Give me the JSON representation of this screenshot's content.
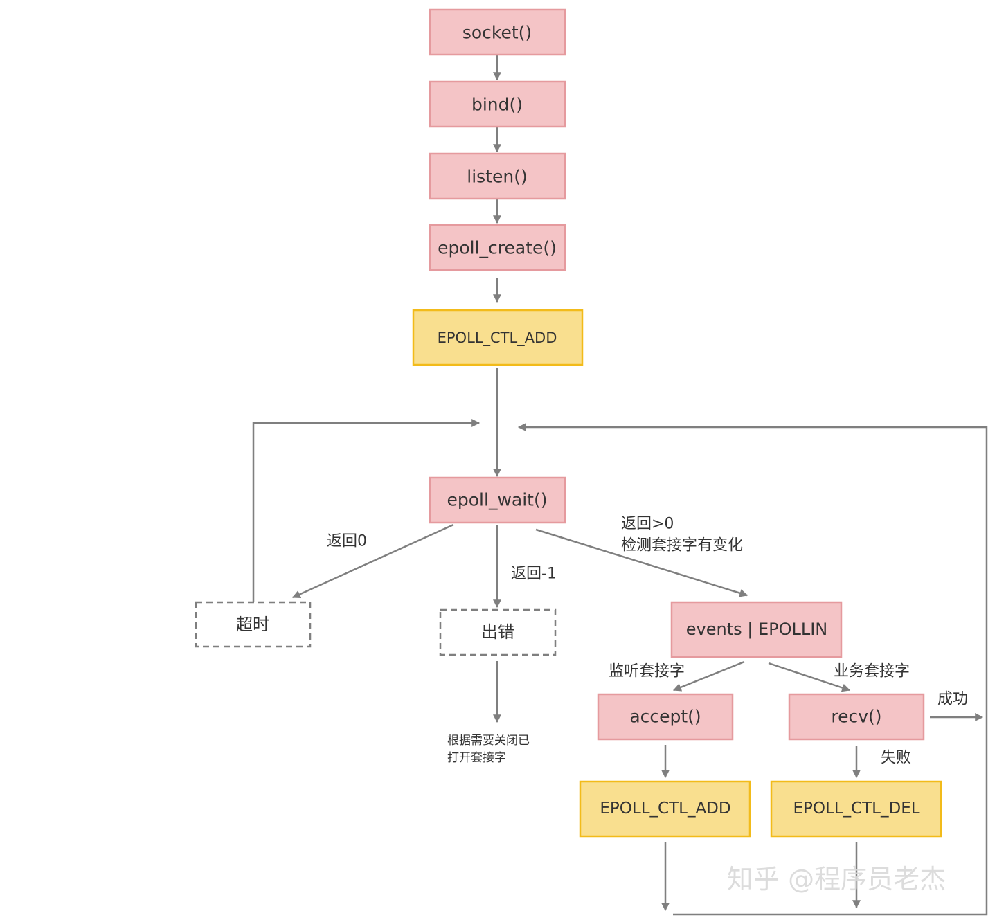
{
  "colors": {
    "pink_fill": "#f4c4c6",
    "pink_stroke": "#e59a9e",
    "yellow_fill": "#f9df8f",
    "yellow_stroke": "#f2bb1a",
    "arrow": "#7f7f7f",
    "dashed_stroke": "#7f7f7f",
    "text": "#333333",
    "watermark": "#d9d9d9"
  },
  "nodes": {
    "socket": "socket()",
    "bind": "bind()",
    "listen": "listen()",
    "epoll_create": "epoll_create()",
    "ctl_add_top": "EPOLL_CTL_ADD",
    "epoll_wait": "epoll_wait()",
    "timeout": "超时",
    "error": "出错",
    "events": "events | EPOLLIN",
    "accept": "accept()",
    "recv": "recv()",
    "ctl_add_bottom": "EPOLL_CTL_ADD",
    "ctl_del": "EPOLL_CTL_DEL"
  },
  "labels": {
    "return_zero": "返回0",
    "return_minus_one": "返回-1",
    "return_positive_line1": "返回>0",
    "return_positive_line2": "检测套接字有变化",
    "listen_socket": "监听套接字",
    "service_socket": "业务套接字",
    "success": "成功",
    "failure": "失败",
    "close_note_line1": "根据需要关闭已",
    "close_note_line2": "打开套接字"
  },
  "watermark": {
    "text": "知乎 @程序员老杰"
  }
}
